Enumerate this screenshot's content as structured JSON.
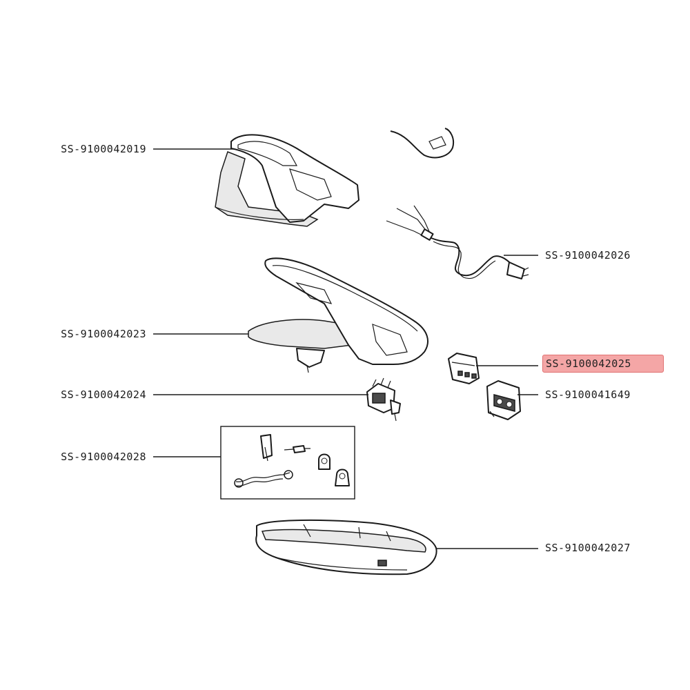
{
  "callouts": [
    {
      "id": "top-cover",
      "label": "SS-9100042019",
      "highlight": false
    },
    {
      "id": "power-cord",
      "label": "SS-9100042026",
      "highlight": false
    },
    {
      "id": "housing-frame",
      "label": "SS-9100042023",
      "highlight": false
    },
    {
      "id": "circuit-board",
      "label": "SS-9100042025",
      "highlight": true
    },
    {
      "id": "pump",
      "label": "SS-9100042024",
      "highlight": false
    },
    {
      "id": "switch-module",
      "label": "SS-9100041649",
      "highlight": false
    },
    {
      "id": "fittings-kit",
      "label": "SS-9100042028",
      "highlight": false
    },
    {
      "id": "base-plate",
      "label": "SS-9100042027",
      "highlight": false
    }
  ],
  "colors": {
    "highlight_fill": "#f4a6a6",
    "line": "#1a1a1a"
  }
}
